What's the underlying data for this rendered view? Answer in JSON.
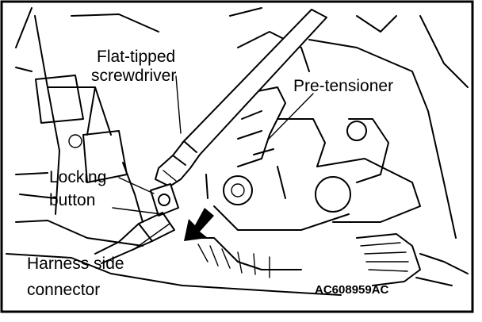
{
  "labels": {
    "screwdriver": [
      "Flat-tipped",
      "screwdriver"
    ],
    "pretensioner": "Pre-tensioner",
    "locking_button": [
      "Locking",
      "button"
    ],
    "harness_connector": [
      "Harness side",
      "connector"
    ]
  },
  "figure_code": "AC608959AC"
}
